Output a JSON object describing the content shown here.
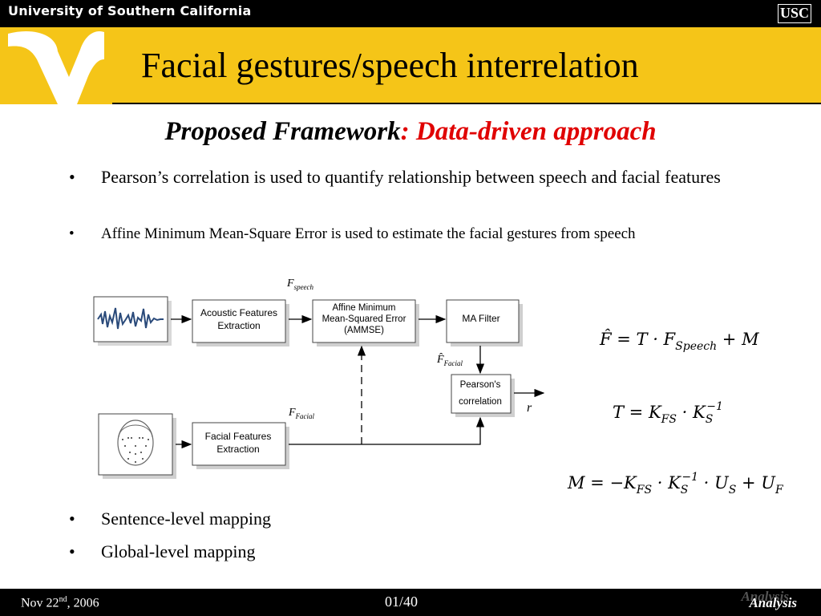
{
  "header": {
    "university": "University of Southern California",
    "logo_text": "USC"
  },
  "slide": {
    "title": "Facial gestures/speech interrelation",
    "subtitle_black": "Proposed Framework",
    "subtitle_red": ": Data-driven approach",
    "bullets_top": [
      "Pearson’s correlation is used to quantify relationship between speech and facial features",
      "Affine Minimum Mean-Square Error is used to estimate the facial gestures from speech"
    ],
    "bullets_bottom": [
      "Sentence-level mapping",
      "Global-level mapping"
    ],
    "bullet_glyph": "•"
  },
  "diagram": {
    "acoustic_box": [
      "Acoustic Features",
      "Extraction"
    ],
    "ammse_box": [
      "Affine Minimum",
      "Mean-Squared Error",
      "(AMMSE)"
    ],
    "ma_box": "MA Filter",
    "pearson_box": [
      "Pearson's",
      "correlation"
    ],
    "facial_box": [
      "Facial Features",
      "Extraction"
    ],
    "f_speech": {
      "base": "F",
      "sub": "speech"
    },
    "f_facial_hat": {
      "base": "F̂",
      "sub": "Facial"
    },
    "f_facial": {
      "base": "F",
      "sub": "Facial"
    },
    "r_label": "r"
  },
  "equations": {
    "eq1": {
      "lhs": "F̂",
      "mid": " = T · F",
      "sub": "Speech",
      "rhs": " + M"
    },
    "eq2": {
      "lhs": "T = K",
      "sub1": "FS",
      "mid": " · K",
      "sub2": "S",
      "sup2": "−1"
    },
    "eq3": {
      "lhs": "M = −K",
      "sub1": "FS",
      "mid": " · K",
      "sub2": "S",
      "sup2": "−1",
      "mid2": " · U",
      "sub3": "S",
      "rhs": " + U",
      "sub4": "F"
    }
  },
  "footer": {
    "date_pre": "Nov 22",
    "date_sup": "nd",
    "date_post": ", 2006",
    "page": "01/40",
    "section": "Analysis"
  },
  "colors": {
    "band": "#f5c518",
    "accent_red": "#e00000",
    "bar": "#000000"
  }
}
